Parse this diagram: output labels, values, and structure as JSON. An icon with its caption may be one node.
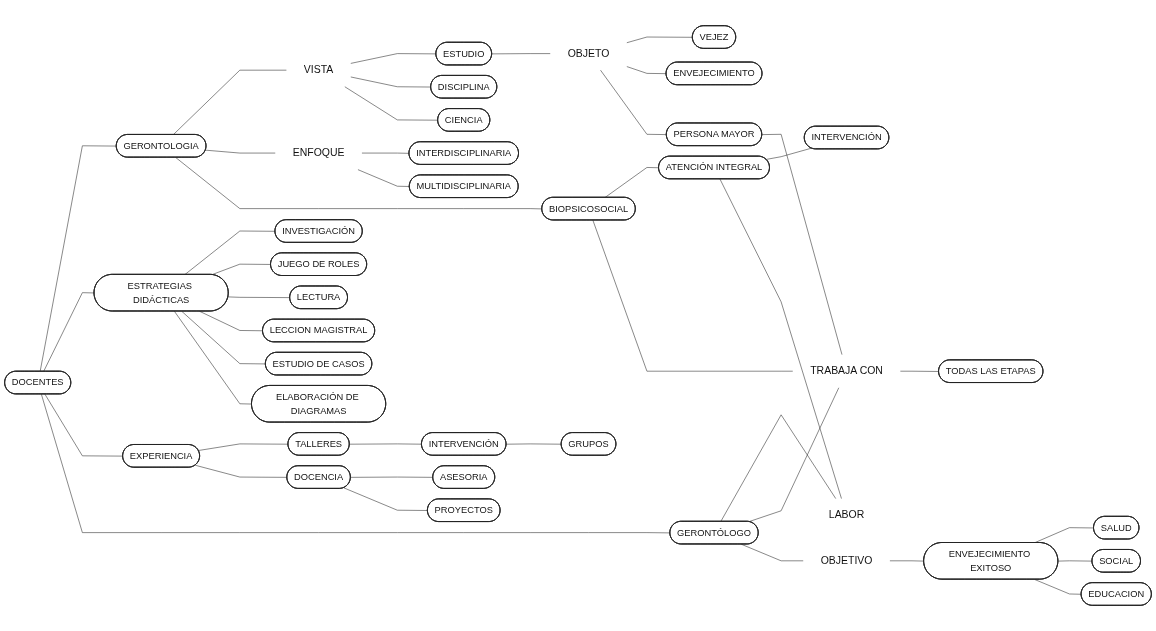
{
  "diagram": {
    "nodes": [
      {
        "text": [
          "JUEGO DE ROLES"
        ]
      },
      {
        "text": [
          "ESTUDIO"
        ]
      },
      {
        "text": [
          "OBJETO"
        ]
      },
      {
        "text": [
          "VEJEZ"
        ]
      },
      {
        "text": [
          "INVESTIGACIÓN"
        ]
      },
      {
        "text": [
          "DISCIPLINA"
        ]
      },
      {
        "text": [
          "INTERDISCIPLINARIA"
        ]
      },
      {
        "text": [
          "LECTURA"
        ]
      },
      {
        "text": [
          "ENVEJECIMIENTO"
        ]
      },
      {
        "text": [
          "ELABORACIÓN DE DIAGRAMAS"
        ]
      },
      {
        "text": [
          "LECCION MAGISTRAL"
        ]
      },
      {
        "text": [
          "VISTA"
        ]
      },
      {
        "text": [
          "ENFOQUE"
        ]
      },
      {
        "text": [
          "CIENCIA"
        ]
      },
      {
        "text": [
          "PERSONA MAYOR"
        ]
      },
      {
        "text": [
          "ESTUDIO DE CASOS"
        ]
      },
      {
        "text": [
          "MULTIDISCIPLINARIA"
        ]
      },
      {
        "text": [
          "ESTRATEGIAS DIDÁCTICAS"
        ]
      },
      {
        "text": [
          "GERONTOLOGIA"
        ]
      },
      {
        "text": [
          "BIOPSICOSOCIAL"
        ]
      },
      {
        "text": [
          "DOCENTES"
        ]
      },
      {
        "text": [
          "INTERVENCIÓN"
        ]
      },
      {
        "text": [
          "ATENCIÓN INTEGRAL"
        ]
      },
      {
        "text": [
          "TODAS LAS ETAPAS"
        ]
      },
      {
        "text": [
          "TRABAJA CON"
        ]
      },
      {
        "text": [
          "LABOR"
        ]
      },
      {
        "text": [
          "EXPERIENCIA"
        ]
      },
      {
        "text": [
          "ENVEJECIMIENTO EXITOSO"
        ]
      },
      {
        "text": [
          "GERONTÓLOGO"
        ]
      },
      {
        "text": [
          "OBJETIVO"
        ]
      },
      {
        "text": [
          "TALLERES"
        ]
      },
      {
        "text": [
          "DOCENCIA"
        ]
      },
      {
        "text": [
          "SALUD"
        ]
      },
      {
        "text": [
          "EDUCACION"
        ]
      },
      {
        "text": [
          "GRUPOS"
        ]
      },
      {
        "text": [
          "ASESORIA"
        ]
      },
      {
        "text": [
          "INTERVENCIÓN"
        ]
      },
      {
        "text": [
          "PROYECTOS"
        ]
      },
      {
        "text": [
          "SOCIAL"
        ]
      }
    ],
    "edges": [
      {
        "from": 17,
        "to": 4,
        "arrow": "none"
      },
      {
        "from": 17,
        "to": 0,
        "arrow": "none"
      },
      {
        "from": 17,
        "to": 7,
        "arrow": "none"
      },
      {
        "from": 17,
        "to": 10,
        "arrow": "none"
      },
      {
        "from": 17,
        "to": 15,
        "arrow": "none"
      },
      {
        "from": 17,
        "to": 9,
        "arrow": "none"
      },
      {
        "from": 1,
        "to": 2,
        "arrow": "none"
      },
      {
        "from": 2,
        "to": 3,
        "arrow": "none"
      },
      {
        "from": 2,
        "to": 8,
        "arrow": "none"
      },
      {
        "from": 2,
        "to": 14,
        "arrow": "none"
      },
      {
        "from": 11,
        "to": 1,
        "arrow": "none"
      },
      {
        "from": 11,
        "to": 5,
        "arrow": "none"
      },
      {
        "from": 11,
        "to": 13,
        "arrow": "none"
      },
      {
        "from": 18,
        "to": 11,
        "arrow": "none"
      },
      {
        "from": 12,
        "to": 6,
        "arrow": "none"
      },
      {
        "from": 12,
        "to": 16,
        "arrow": "none"
      },
      {
        "from": 18,
        "to": 12,
        "arrow": "none"
      },
      {
        "from": 20,
        "to": 18,
        "arrow": "none"
      },
      {
        "from": 20,
        "to": 17,
        "arrow": "none"
      },
      {
        "from": 18,
        "to": 19,
        "arrow": "none"
      },
      {
        "from": 19,
        "to": 22,
        "arrow": "none"
      },
      {
        "from": 22,
        "to": 21,
        "arrow": "none"
      },
      {
        "from": 22,
        "to": 25,
        "arrow": "none"
      },
      {
        "from": 28,
        "to": 25,
        "arrow": "none"
      },
      {
        "from": 19,
        "to": 24,
        "arrow": "none"
      },
      {
        "from": 14,
        "to": 24,
        "arrow": "none"
      },
      {
        "from": 24,
        "to": 23,
        "arrow": "none"
      },
      {
        "from": 28,
        "to": 24,
        "arrow": "none"
      },
      {
        "from": 20,
        "to": 26,
        "arrow": "none"
      },
      {
        "from": 20,
        "to": 28,
        "arrow": "none"
      },
      {
        "from": 28,
        "to": 29,
        "arrow": "none"
      },
      {
        "from": 29,
        "to": 27,
        "arrow": "none"
      },
      {
        "from": 27,
        "to": 32,
        "arrow": "none"
      },
      {
        "from": 27,
        "to": 38,
        "arrow": "none"
      },
      {
        "from": 27,
        "to": 33,
        "arrow": "none"
      },
      {
        "from": 26,
        "to": 30,
        "arrow": "none"
      },
      {
        "from": 26,
        "to": 31,
        "arrow": "none"
      },
      {
        "from": 30,
        "to": 36,
        "arrow": "none"
      },
      {
        "from": 36,
        "to": 34,
        "arrow": "none"
      },
      {
        "from": 31,
        "to": 35,
        "arrow": "none"
      },
      {
        "from": 31,
        "to": 37,
        "arrow": "none"
      }
    ]
  }
}
